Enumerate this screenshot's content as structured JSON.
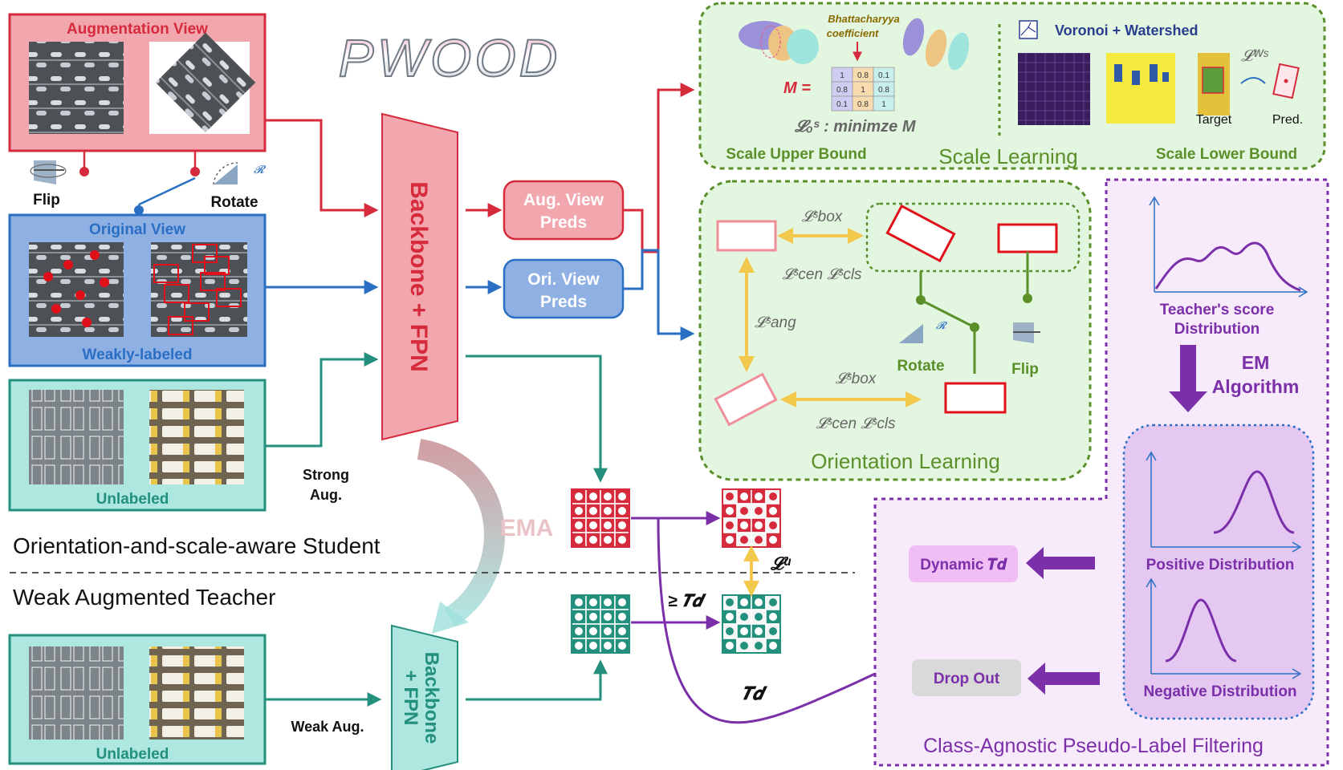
{
  "title": "PWOOD",
  "student": {
    "aug_view": {
      "title": "Augmentation View"
    },
    "flip_label": "Flip",
    "rotate_label": "Rotate",
    "rotate_symbol": "𝓡",
    "ori_view": {
      "title": "Original View",
      "caption": "Weakly-labeled"
    },
    "unlabeled": {
      "caption": "Unlabeled"
    },
    "strong_aug_line1": "Strong",
    "strong_aug_line2": "Aug.",
    "backbone": "Backbone + FPN",
    "aug_preds_line1": "Aug. View",
    "aug_preds_line2": "Preds",
    "ori_preds_line1": "Ori. View",
    "ori_preds_line2": "Preds",
    "section_label": "Orientation-and-scale-aware Student"
  },
  "ema_label": "EMA",
  "teacher": {
    "section_label": "Weak Augmented Teacher",
    "unlabeled": {
      "caption": "Unlabeled"
    },
    "weak_aug": "Weak Aug.",
    "backbone_line1": "Backbone",
    "backbone_line2": "+ FPN"
  },
  "matrix": {
    "loss_u": "𝓛ᵘ",
    "threshold": "≥ 𝑻𝒅",
    "td": "𝑻𝒅"
  },
  "scale_learning": {
    "title": "Scale Learning",
    "upper_bound": "Scale Upper Bound",
    "lower_bound": "Scale Lower Bound",
    "bhatt_line1": "Bhattacharyya",
    "bhatt_line2": "coefficient",
    "m_equals": "M =",
    "matrix_values": [
      [
        "1",
        "0.8",
        "0.1"
      ],
      [
        "0.8",
        "1",
        "0.8"
      ],
      [
        "0.1",
        "0.8",
        "1"
      ]
    ],
    "loss_o": "𝓛ₒˢ : minimze M",
    "voronoi": "Voronoi + Watershed",
    "loss_w": "𝓛ᵂˢ",
    "target": "Target",
    "pred": "Pred."
  },
  "orientation_learning": {
    "title": "Orientation Learning",
    "loss_box_top": "𝓛ˢbox",
    "loss_cen_cls_top": "𝓛ˢcen 𝓛ˢcls",
    "loss_ang": "𝓛ˢang",
    "loss_box_bottom": "𝓛ˢbox",
    "loss_cen_cls_bottom": "𝓛ˢcen 𝓛ˢcls",
    "rotate_label": "Rotate",
    "flip_label": "Flip",
    "rotate_symbol": "𝓡"
  },
  "filtering": {
    "title": "Class-Agnostic Pseudo-Label Filtering",
    "teacher_dist_line1": "Teacher's score",
    "teacher_dist_line2": "Distribution",
    "em_line1": "EM",
    "em_line2": "Algorithm",
    "positive": "Positive Distribution",
    "negative": "Negative Distribution",
    "dynamic": "Dynamic 𝑻𝒅",
    "dropout": "Drop Out"
  },
  "colors": {
    "red": "#d52b3c",
    "blue": "#2a6fc4",
    "teal": "#22907d",
    "green": "#5a8f2a",
    "purple": "#7b2fa8",
    "gold": "#f2c94c"
  }
}
